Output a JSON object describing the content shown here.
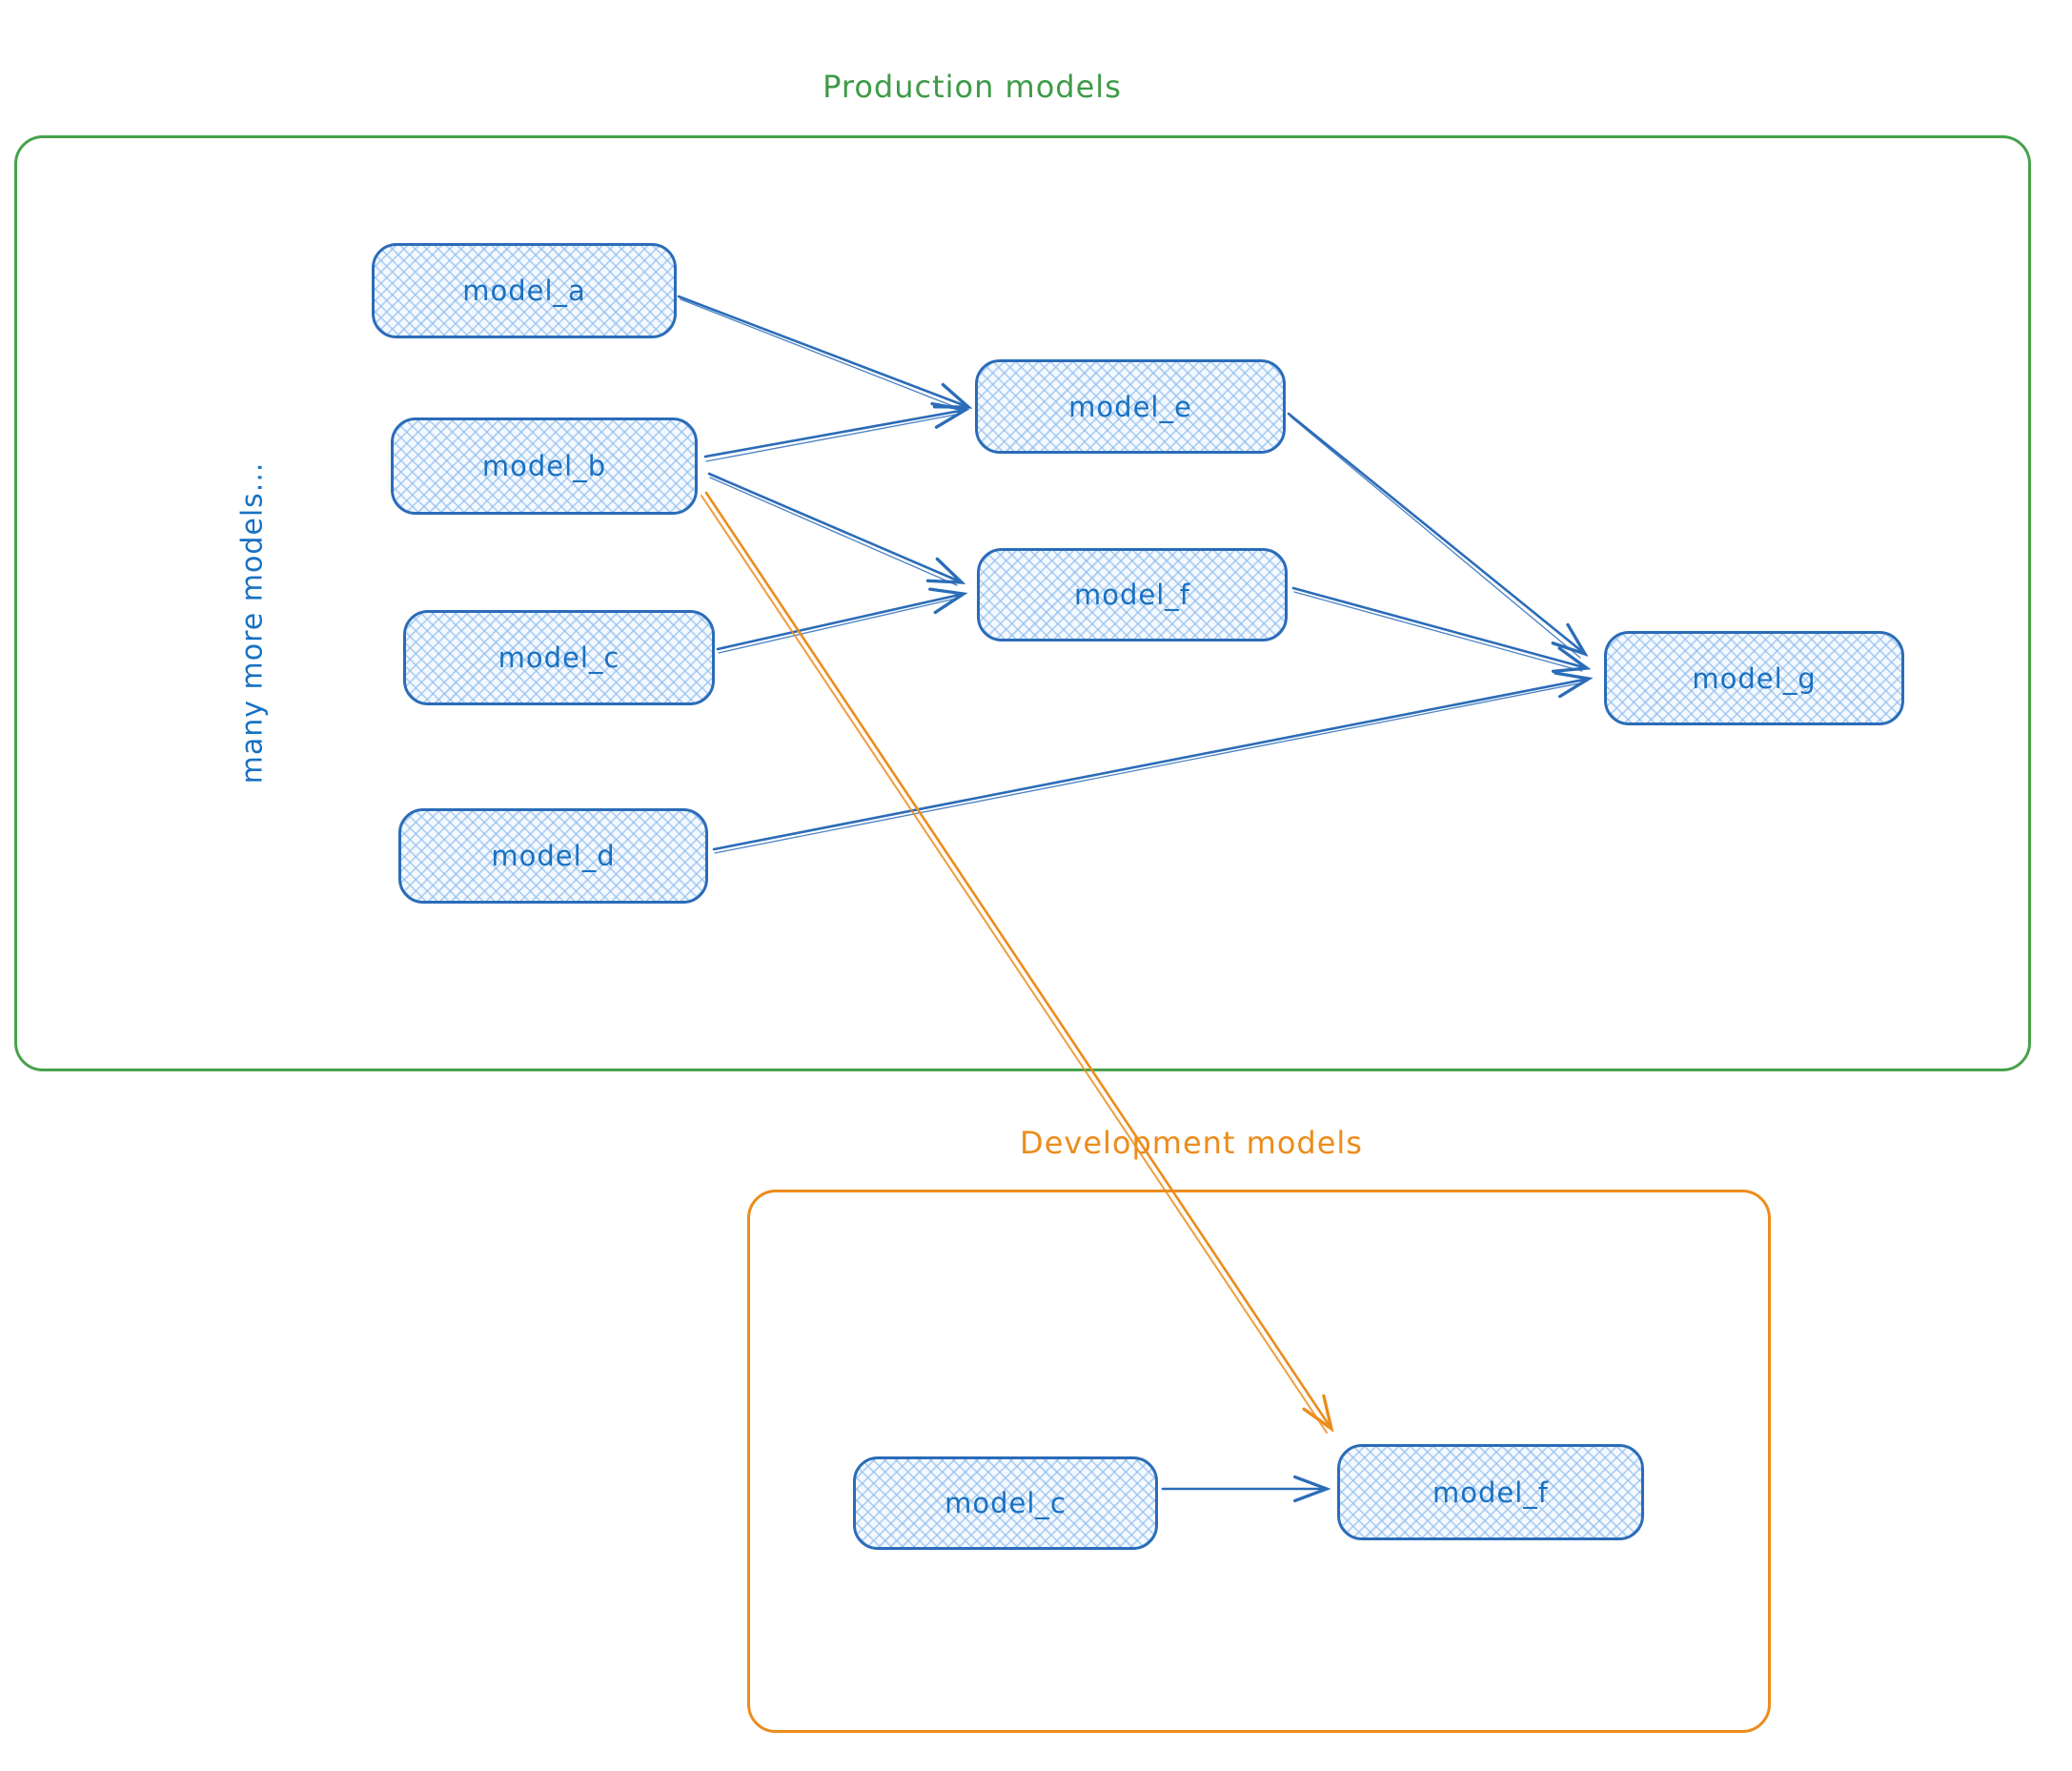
{
  "colors": {
    "production_green": "#46a24b",
    "development_orange": "#ec8c1c",
    "node_border_blue": "#2b6cb8",
    "node_fill_blue": "#d7e9fb",
    "label_blue": "#1971c2"
  },
  "production": {
    "label": "Production models",
    "side_note": "many more models...",
    "nodes": {
      "a": {
        "label": "model_a"
      },
      "b": {
        "label": "model_b"
      },
      "c": {
        "label": "model_c"
      },
      "d": {
        "label": "model_d"
      },
      "e": {
        "label": "model_e"
      },
      "f": {
        "label": "model_f"
      },
      "g": {
        "label": "model_g"
      }
    }
  },
  "development": {
    "label": "Development models",
    "nodes": {
      "c": {
        "label": "model_c"
      },
      "f": {
        "label": "model_f"
      }
    }
  },
  "edges": [
    {
      "from": "production.model_a",
      "to": "production.model_e",
      "color": "blue"
    },
    {
      "from": "production.model_b",
      "to": "production.model_e",
      "color": "blue"
    },
    {
      "from": "production.model_b",
      "to": "production.model_f",
      "color": "blue"
    },
    {
      "from": "production.model_c",
      "to": "production.model_f",
      "color": "blue"
    },
    {
      "from": "production.model_e",
      "to": "production.model_g",
      "color": "blue"
    },
    {
      "from": "production.model_f",
      "to": "production.model_g",
      "color": "blue"
    },
    {
      "from": "production.model_d",
      "to": "production.model_g",
      "color": "blue"
    },
    {
      "from": "production.model_b",
      "to": "development.model_f",
      "color": "orange"
    },
    {
      "from": "development.model_c",
      "to": "development.model_f",
      "color": "blue"
    }
  ]
}
